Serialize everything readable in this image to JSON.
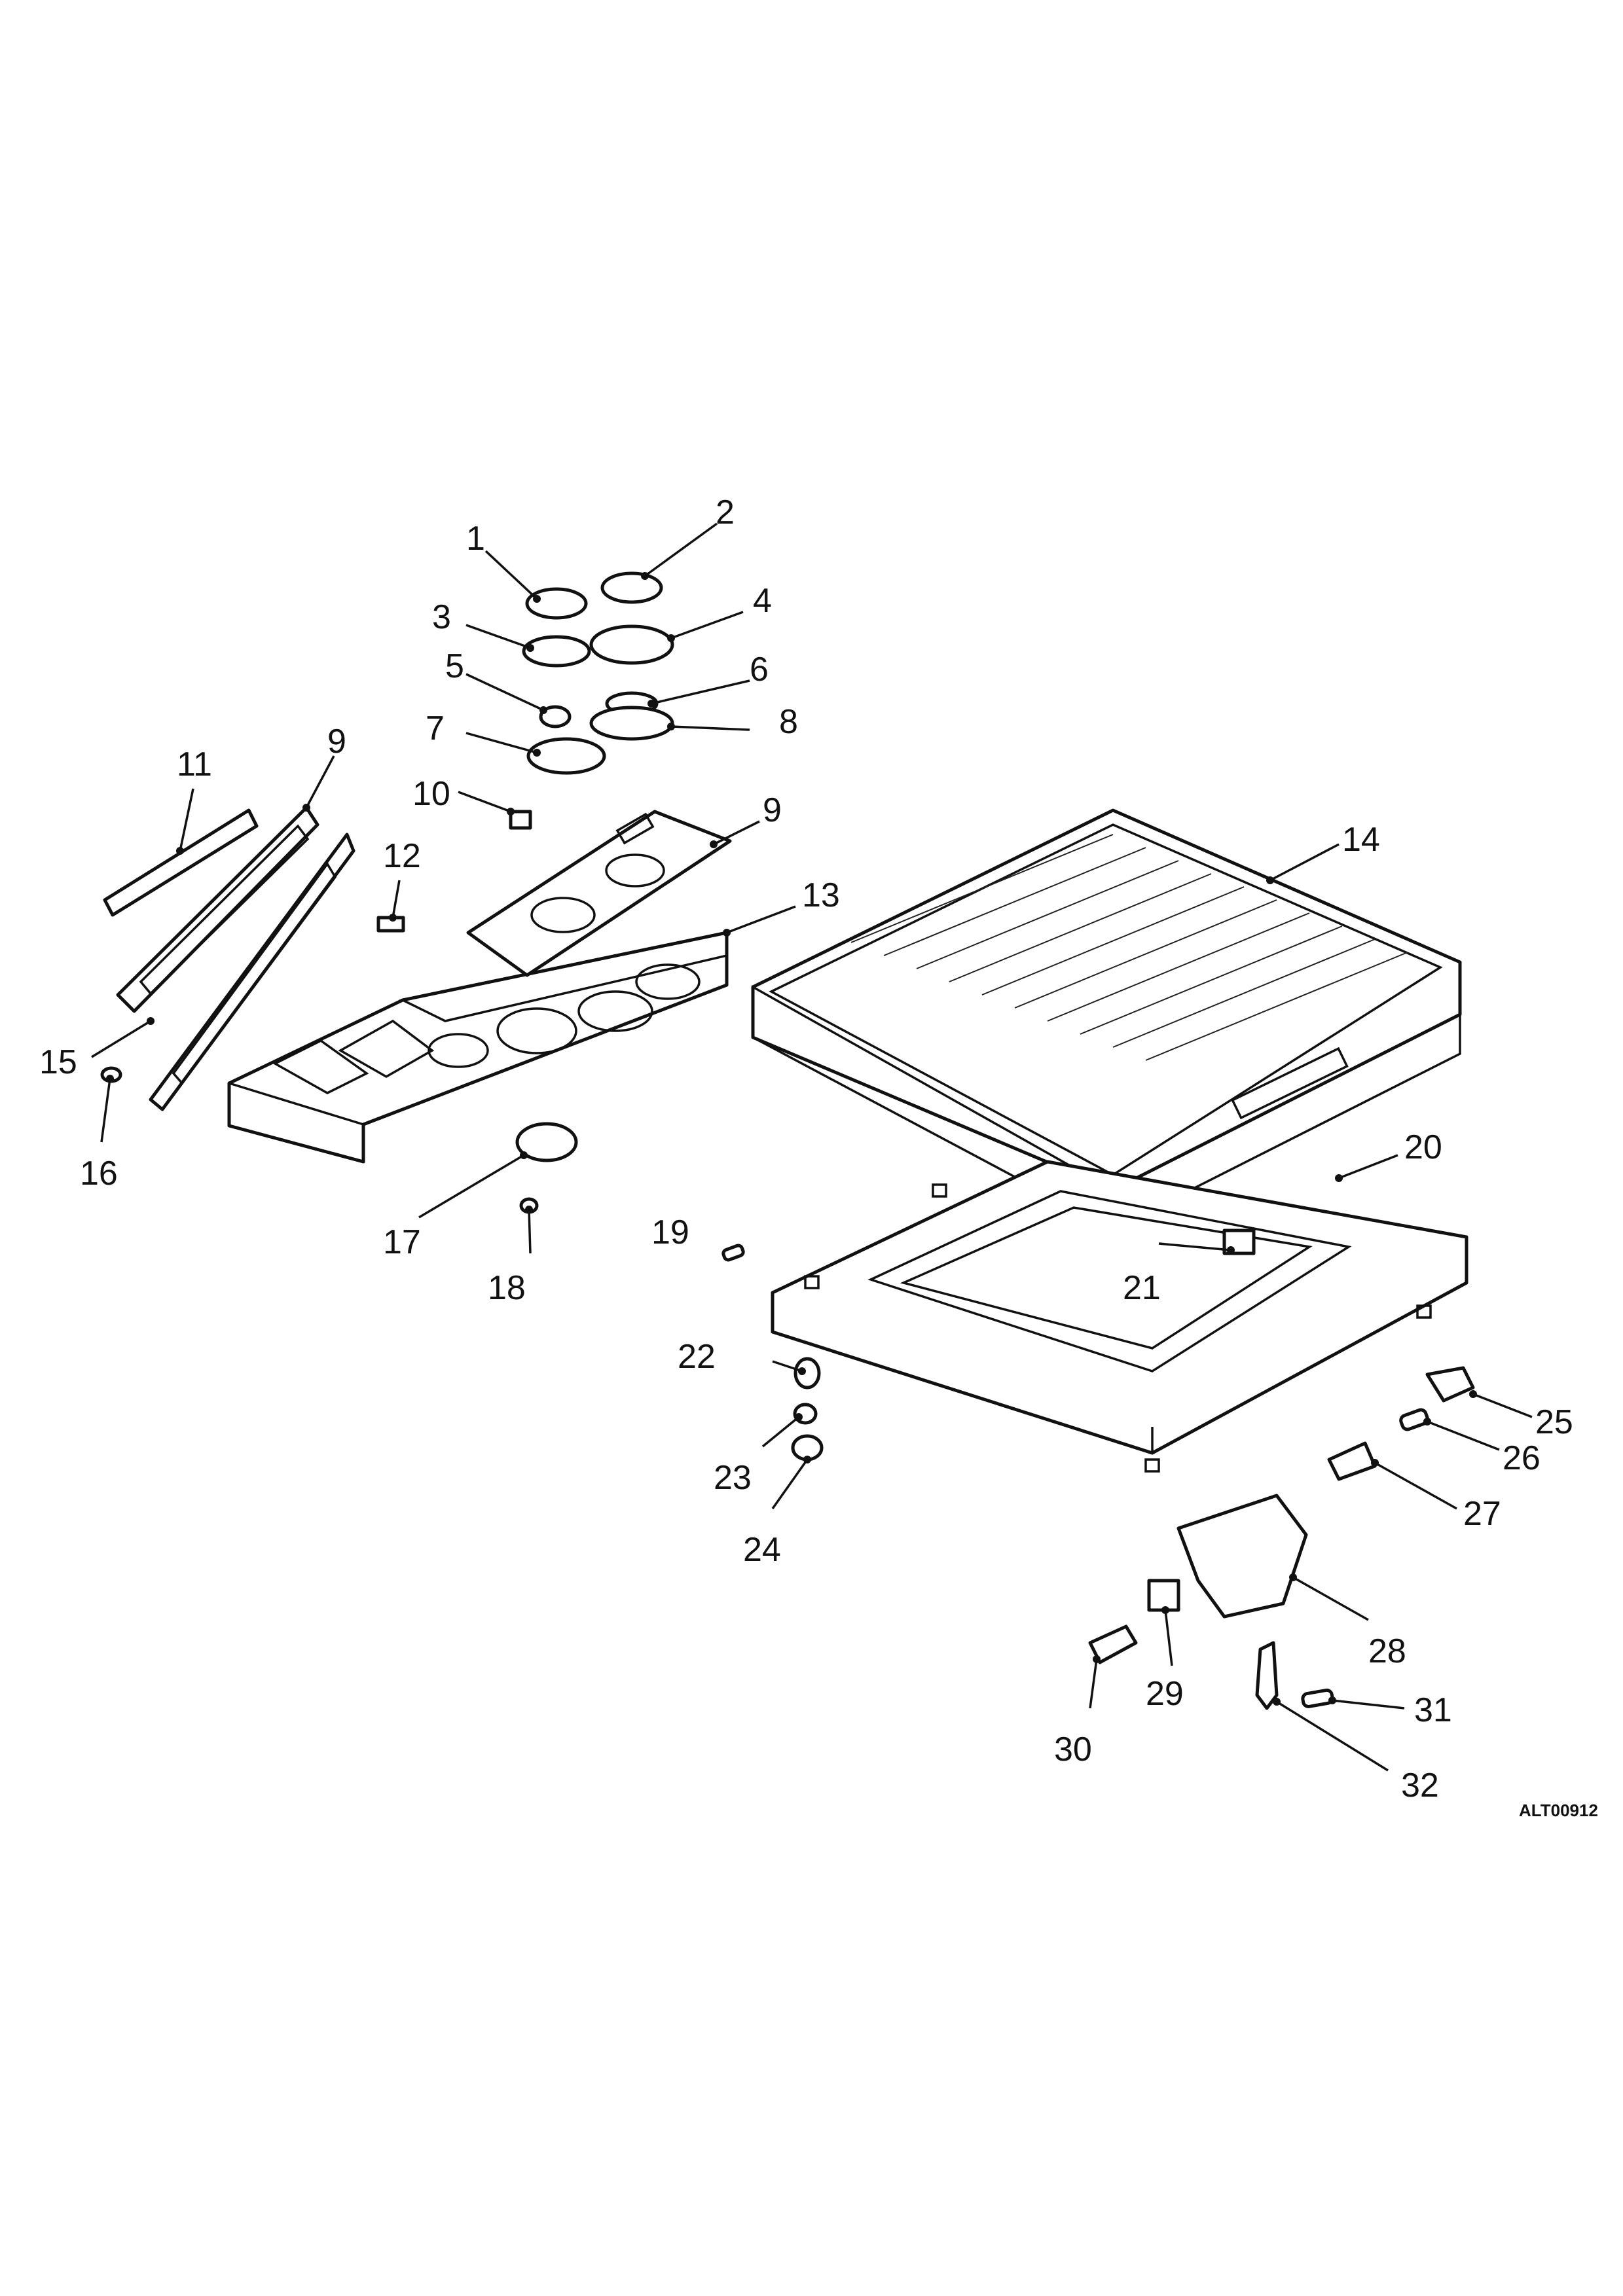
{
  "drawing_id": "ALT00912",
  "callouts": [
    "1",
    "2",
    "3",
    "4",
    "5",
    "6",
    "7",
    "8",
    "9",
    "9",
    "10",
    "11",
    "12",
    "13",
    "14",
    "15",
    "16",
    "17",
    "18",
    "19",
    "20",
    "21",
    "22",
    "23",
    "24",
    "25",
    "26",
    "27",
    "28",
    "29",
    "30",
    "31",
    "32"
  ]
}
